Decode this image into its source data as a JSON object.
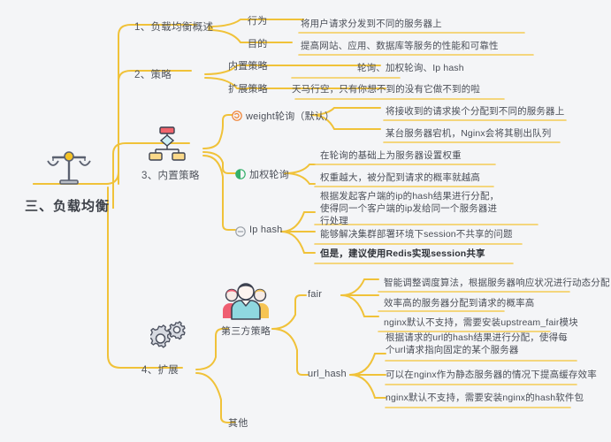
{
  "mindmap": {
    "root": {
      "label": "三、负载均衡",
      "icon": "balance-scale-icon"
    },
    "branches": [
      {
        "id": "overview",
        "label": "1、负载均衡概述",
        "children": [
          {
            "label": "行为",
            "leaves": [
              "将用户请求分发到不同的服务器上"
            ]
          },
          {
            "label": "目的",
            "leaves": [
              "提高网站、应用、数据库等服务的性能和可靠性"
            ]
          }
        ]
      },
      {
        "id": "strategy",
        "label": "2、策略",
        "children": [
          {
            "label": "内置策略",
            "leaves": [
              "轮询、加权轮询、Ip hash"
            ]
          },
          {
            "label": "扩展策略",
            "leaves": [
              "天马行空，只有你想不到的没有它做不到的啦"
            ]
          }
        ]
      },
      {
        "id": "builtin",
        "label": "3、内置策略",
        "icon": "flowchart-icon",
        "children": [
          {
            "label": "weight轮询（默认）",
            "icon": "refresh-circle-icon",
            "leaves": [
              "将接收到的请求挨个分配到不同的服务器上",
              "某台服务器宕机，Nginx会将其剔出队列"
            ]
          },
          {
            "label": "加权轮询",
            "icon": "half-circle-icon",
            "leaves": [
              "在轮询的基础上为服务器设置权重",
              "权重越大，被分配到请求的概率就越高"
            ]
          },
          {
            "label": "Ip hash",
            "icon": "minus-circle-icon",
            "leaves": [
              "根据发起客户端的ip的hash结果进行分配，使得同一个客户端的ip发给同一个服务器进行处理",
              "能够解决集群部署环境下session不共享的问题",
              "但是，建议使用Redis实现session共享"
            ]
          }
        ]
      },
      {
        "id": "extension",
        "label": "4、扩展",
        "icon": "gears-icon",
        "children": [
          {
            "label": "第三方策略",
            "icon": "people-group-icon",
            "subchildren": [
              {
                "label": "fair",
                "leaves": [
                  "智能调整调度算法，根据服务器响应状况进行动态分配",
                  "效率高的服务器分配到请求的概率高",
                  "nginx默认不支持，需要安装upstream_fair模块"
                ]
              },
              {
                "label": "url_hash",
                "leaves": [
                  "根据请求的url的hash结果进行分配，使得每个url请求指向固定的某个服务器",
                  "可以在nginx作为静态服务器的情况下提高缓存效率",
                  "nginx默认不支持，需要安装nginx的hash软件包"
                ]
              }
            ]
          },
          {
            "label": "其他",
            "leaves": []
          }
        ]
      }
    ],
    "colors": {
      "line": "#f0c239",
      "underline": "#f3cb55",
      "background": "#f4f5f7",
      "text": "#4b4f58",
      "accent_orange": "#f08030",
      "accent_green": "#35b06a",
      "accent_gray": "#9aa0a8"
    }
  }
}
